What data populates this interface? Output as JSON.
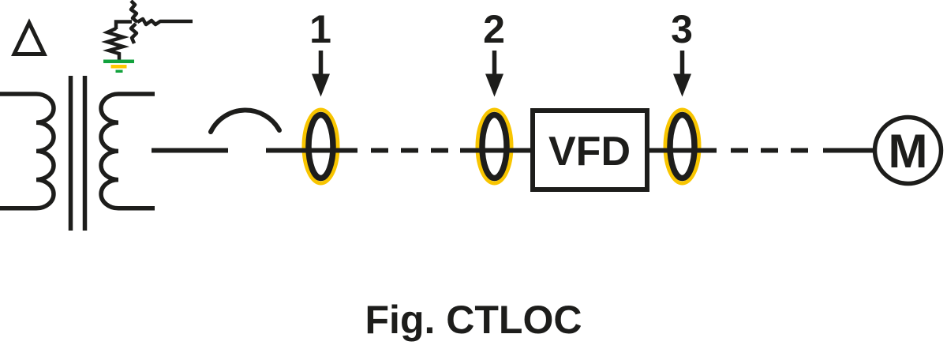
{
  "figure": {
    "caption": "Fig. CTLOC",
    "ct_points": [
      {
        "label": "1"
      },
      {
        "label": "2"
      },
      {
        "label": "3"
      }
    ],
    "vfd_label": "VFD",
    "motor_label": "M",
    "colors": {
      "line": "#1D1D1B",
      "ct_ring": "#F8C500",
      "ground_green": "#12A23C",
      "ground_yellow": "#FFC800"
    }
  }
}
